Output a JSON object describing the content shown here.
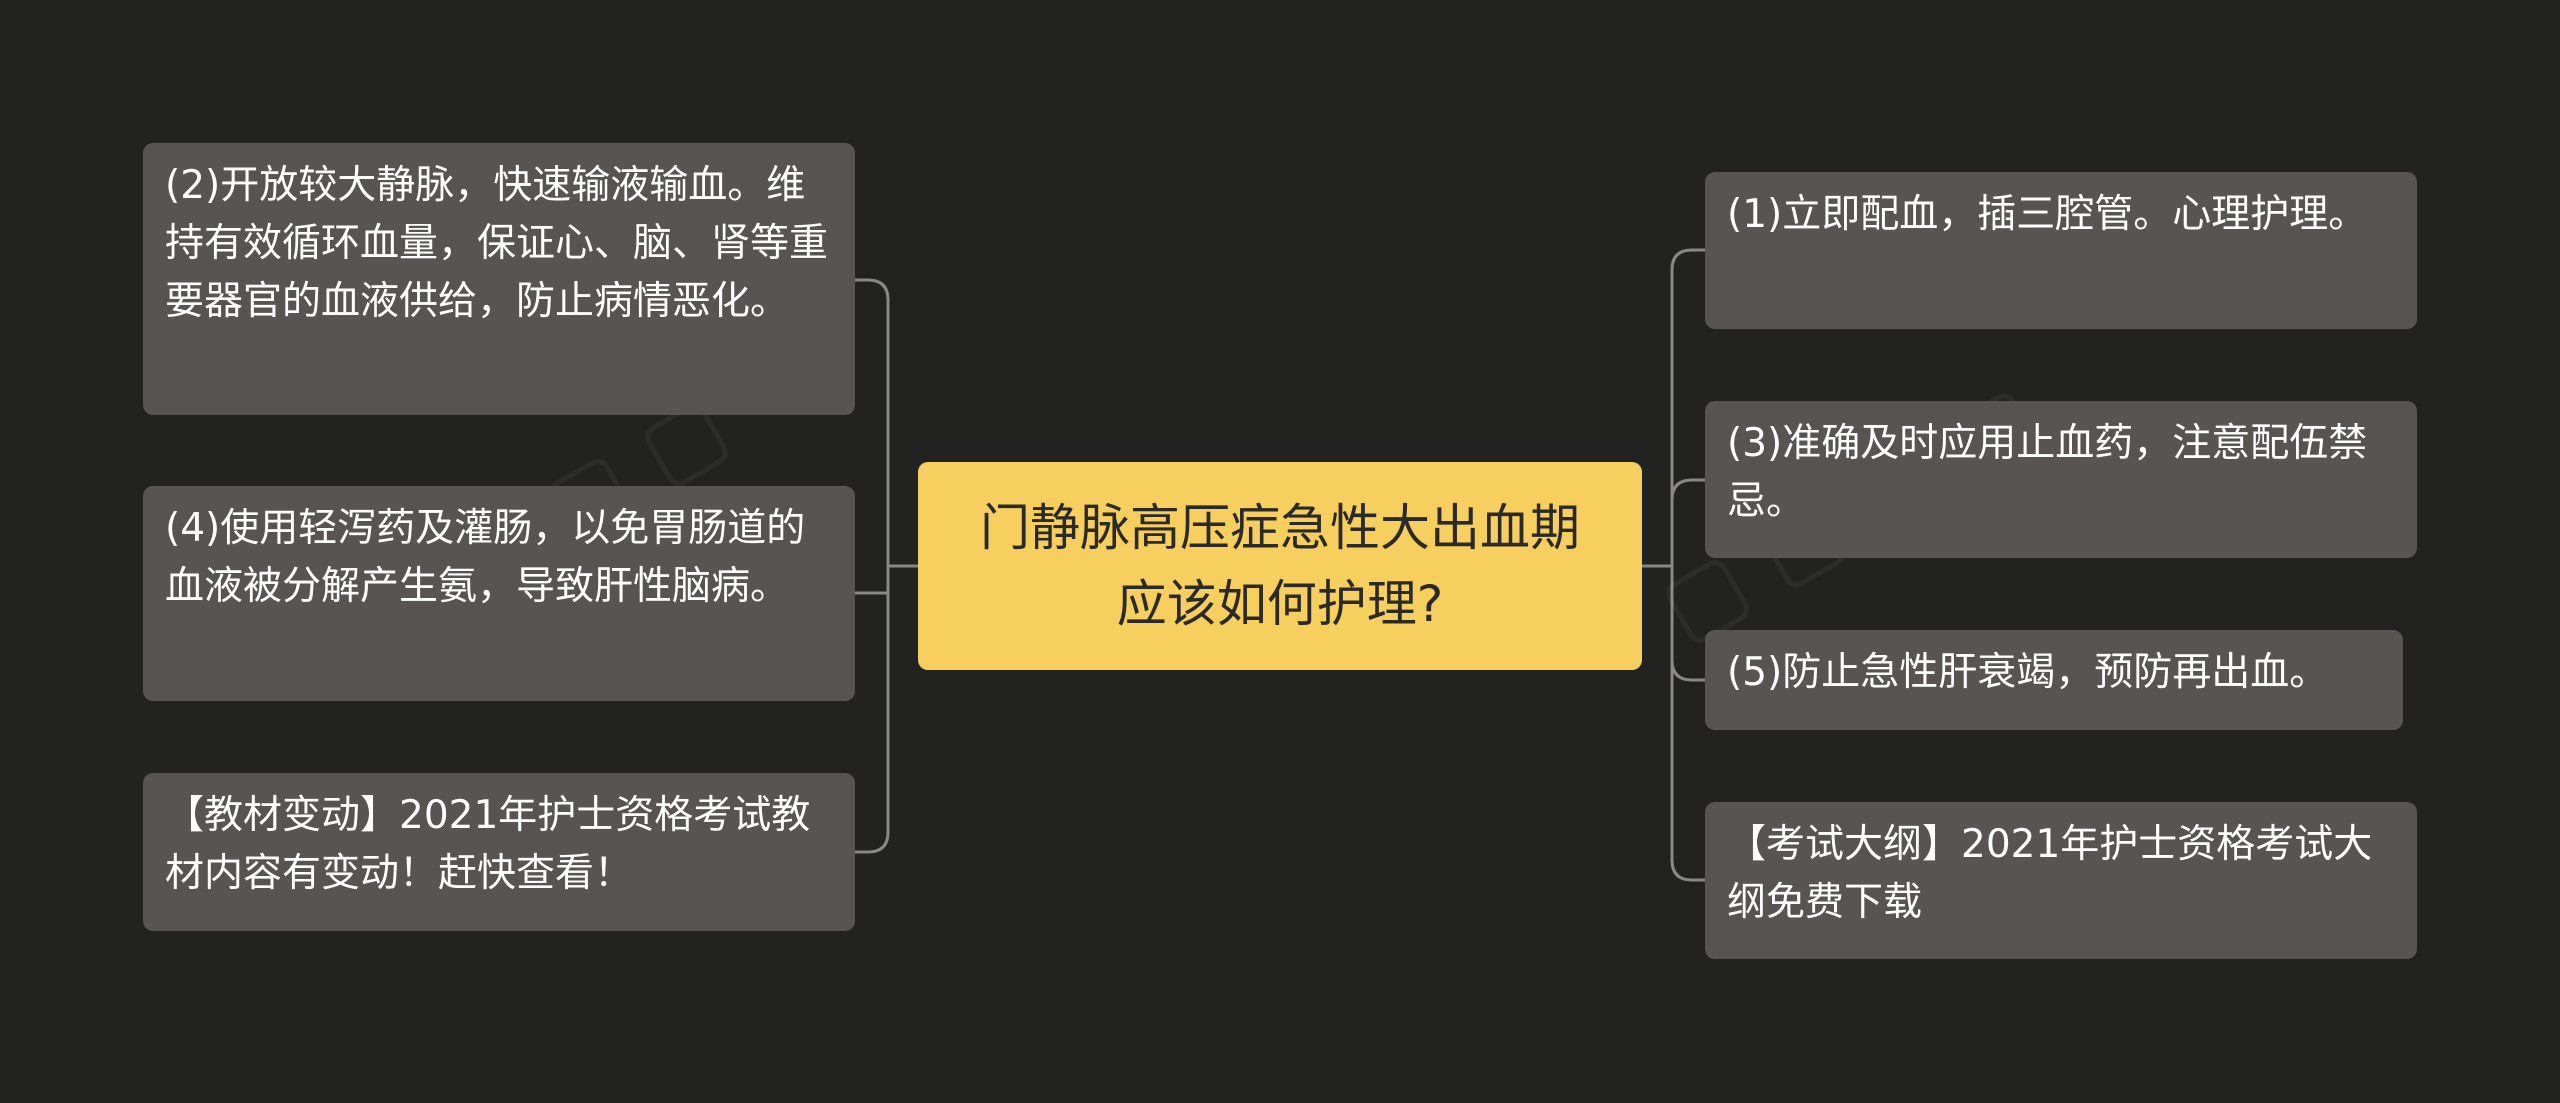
{
  "center": {
    "text": "门静脉高压症急性大出血期应该如何护理?"
  },
  "left_nodes": [
    {
      "text": "(2)开放较大静脉，快速输液输血。维持有效循环血量，保证心、脑、肾等重要器官的血液供给，防止病情恶化。"
    },
    {
      "text": "(4)使用轻泻药及灌肠，以免胃肠道的血液被分解产生氨，导致肝性脑病。"
    },
    {
      "text": "【教材变动】2021年护士资格考试教材内容有变动！赶快查看！"
    }
  ],
  "right_nodes": [
    {
      "text": "(1)立即配血，插三腔管。心理护理。"
    },
    {
      "text": "(3)准确及时应用止血药，注意配伍禁忌。"
    },
    {
      "text": "(5)防止急性肝衰竭，预防再出血。"
    },
    {
      "text": "【考试大纲】2021年护士资格考试大纲免费下载"
    }
  ],
  "colors": {
    "background": "#222220",
    "center_fill": "#f7cf5e",
    "node_fill": "#575452",
    "line": "#8a8886"
  }
}
